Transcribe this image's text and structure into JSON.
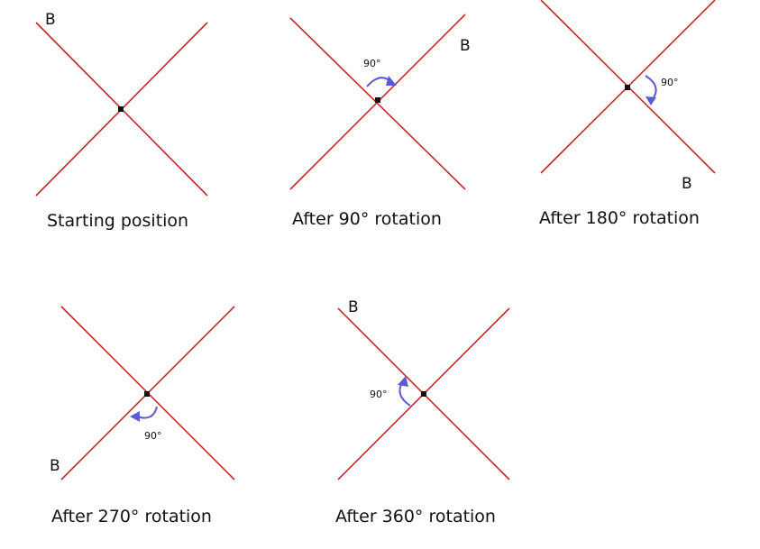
{
  "panels": [
    {
      "caption": "Starting position",
      "marker": "B"
    },
    {
      "caption": "After 90° rotation",
      "marker": "B",
      "angle": "90°"
    },
    {
      "caption": "After 180° rotation",
      "marker": "B",
      "angle": "90°"
    },
    {
      "caption": "After 270° rotation",
      "marker": "B",
      "angle": "90°"
    },
    {
      "caption": "After 360° rotation",
      "marker": "B",
      "angle": "90°"
    }
  ],
  "colors": {
    "line": "#c62828",
    "arrow": "#5b5bd6",
    "pivot": "#111111"
  }
}
